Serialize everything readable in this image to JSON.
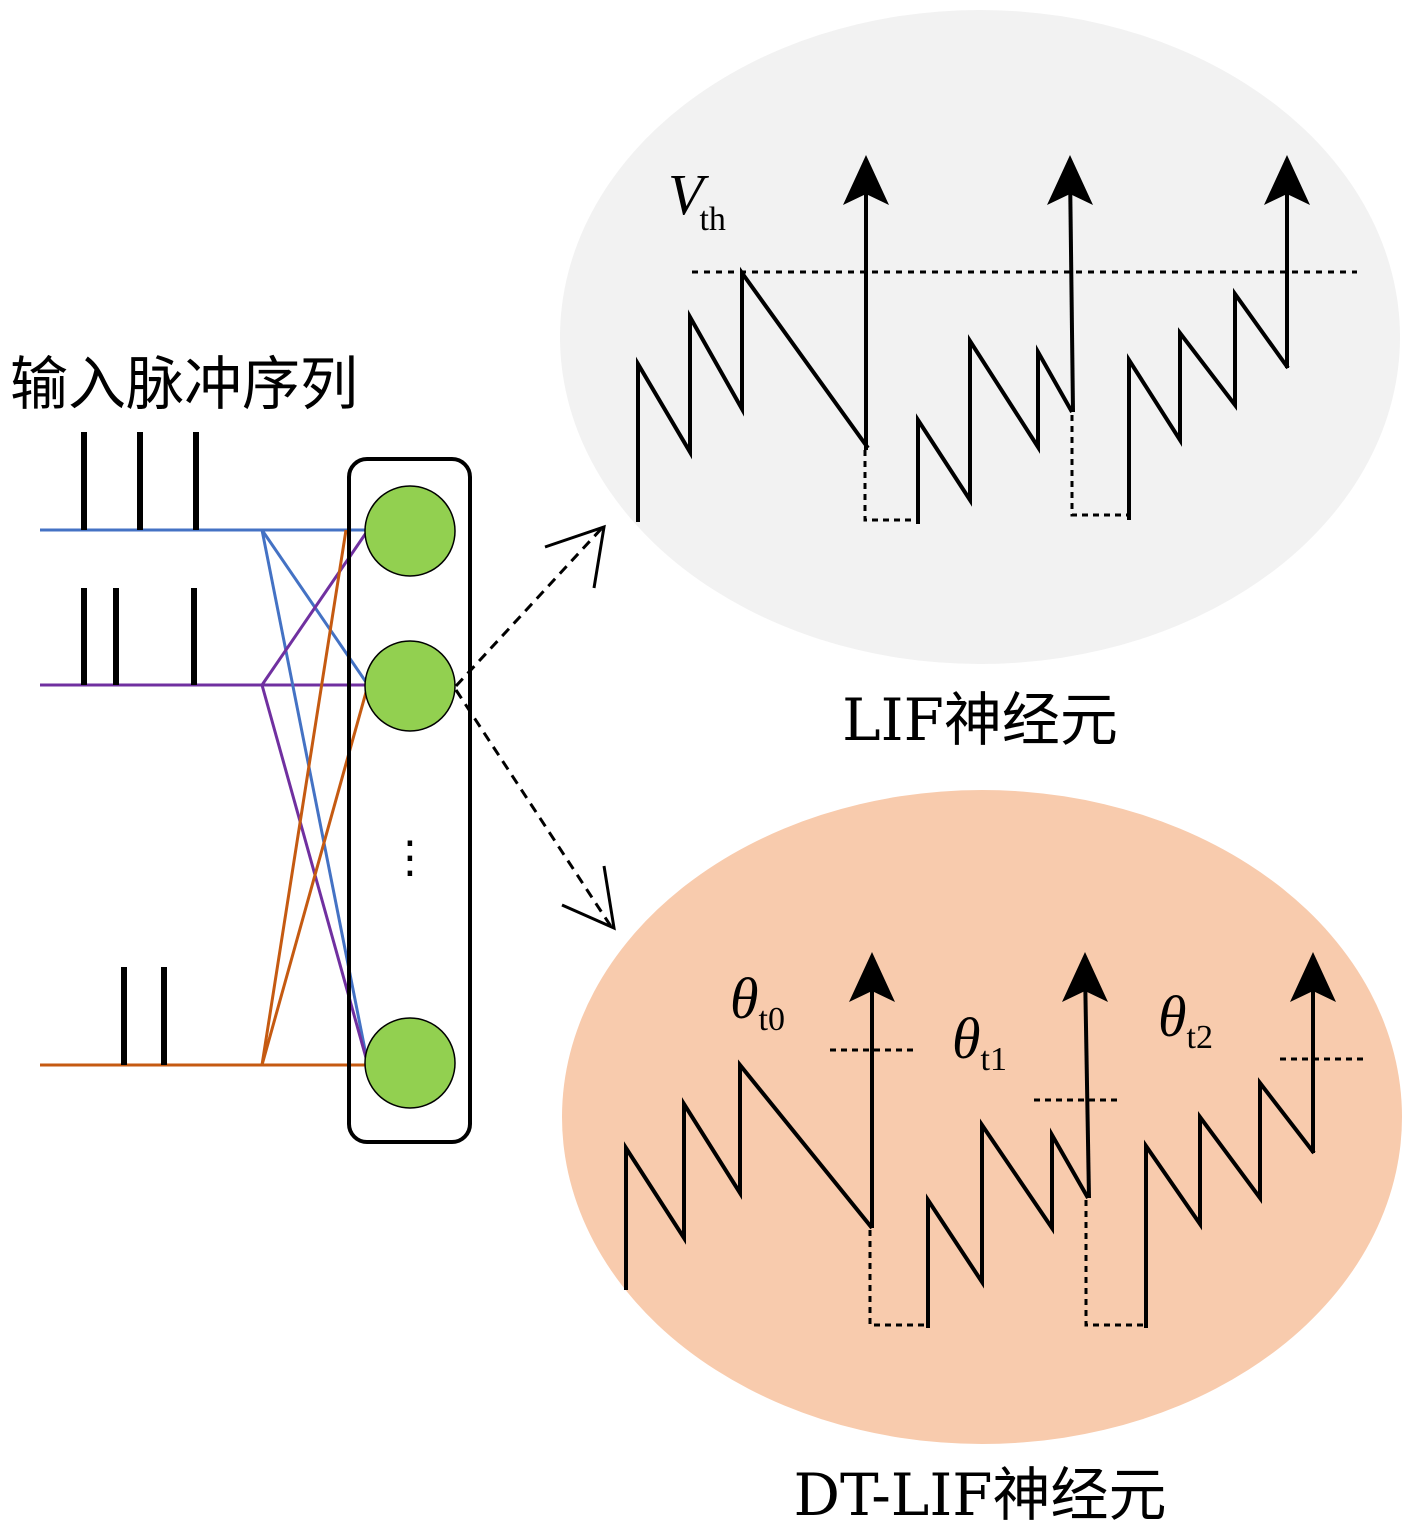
{
  "input_label": "输入脉冲序列",
  "lif_label": "LIF神经元",
  "dtlif_label": "DT-LIF神经元",
  "vth": {
    "symbol": "V",
    "subscript": "th"
  },
  "thresholds": [
    {
      "symbol": "θ",
      "subscript": "t0"
    },
    {
      "symbol": "θ",
      "subscript": "t1"
    },
    {
      "symbol": "θ",
      "subscript": "t2"
    }
  ],
  "ellipsis": "⋮",
  "colors": {
    "line_blue": "#4472C4",
    "line_purple": "#7030A0",
    "line_orange": "#C55A11",
    "neuron_green": "#92D050",
    "lif_fill": "#F2F2F2",
    "dtlif_fill": "#F8CBAD",
    "ink": "#000000"
  }
}
